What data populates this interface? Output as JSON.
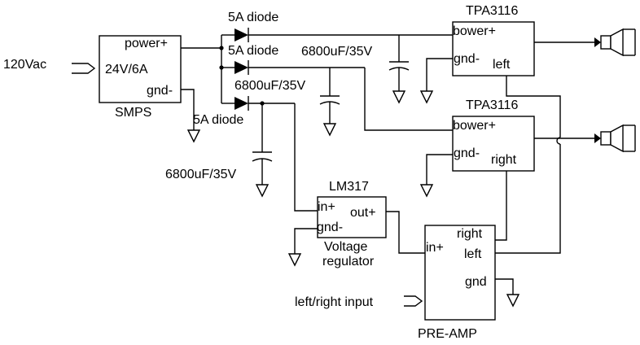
{
  "supply": {
    "input_label": "120Vac",
    "smps_rating": "24V/6A",
    "smps_name": "SMPS",
    "power_pin": "power+",
    "gnd_pin": "gnd-"
  },
  "diodes": {
    "d1": "5A diode",
    "d2": "5A diode",
    "d3": "5A diode"
  },
  "capacitors": {
    "c1": "6800uF/35V",
    "c2": "6800uF/35V",
    "c3": "6800uF/35V"
  },
  "amp_left": {
    "title": "TPA3116",
    "power_pin": "bower+",
    "gnd_pin": "gnd-",
    "channel": "left"
  },
  "amp_right": {
    "title": "TPA3116",
    "power_pin": "bower+",
    "gnd_pin": "gnd-",
    "channel": "right"
  },
  "regulator": {
    "title": "LM317",
    "in_pin": "in+",
    "gnd_pin": "gnd-",
    "out_pin": "out+",
    "name_line1": "Voltage",
    "name_line2": "regulator"
  },
  "preamp": {
    "in_pin": "in+",
    "right_pin": "right",
    "left_pin": "left",
    "gnd_pin": "gnd",
    "name": "PRE-AMP",
    "input_label": "left/right input"
  }
}
